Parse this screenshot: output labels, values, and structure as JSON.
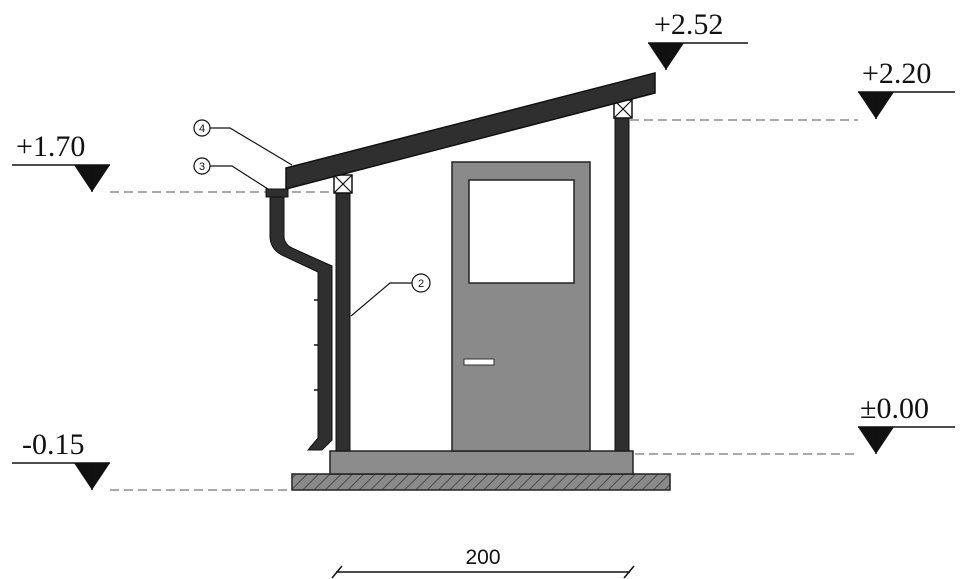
{
  "levels": {
    "ridge": "+2.52",
    "right_top": "+2.20",
    "left_top": "+1.70",
    "floor": "±0.00",
    "ground": "-0.15"
  },
  "callouts": {
    "c2": "2",
    "c3": "3",
    "c4": "4"
  },
  "dimension": {
    "width": "200"
  },
  "colors": {
    "structure": "#2f2f2f",
    "door": "#8a8a8a",
    "slab": "#8c8c8c",
    "ground_hatch": "#7a7a7a"
  }
}
